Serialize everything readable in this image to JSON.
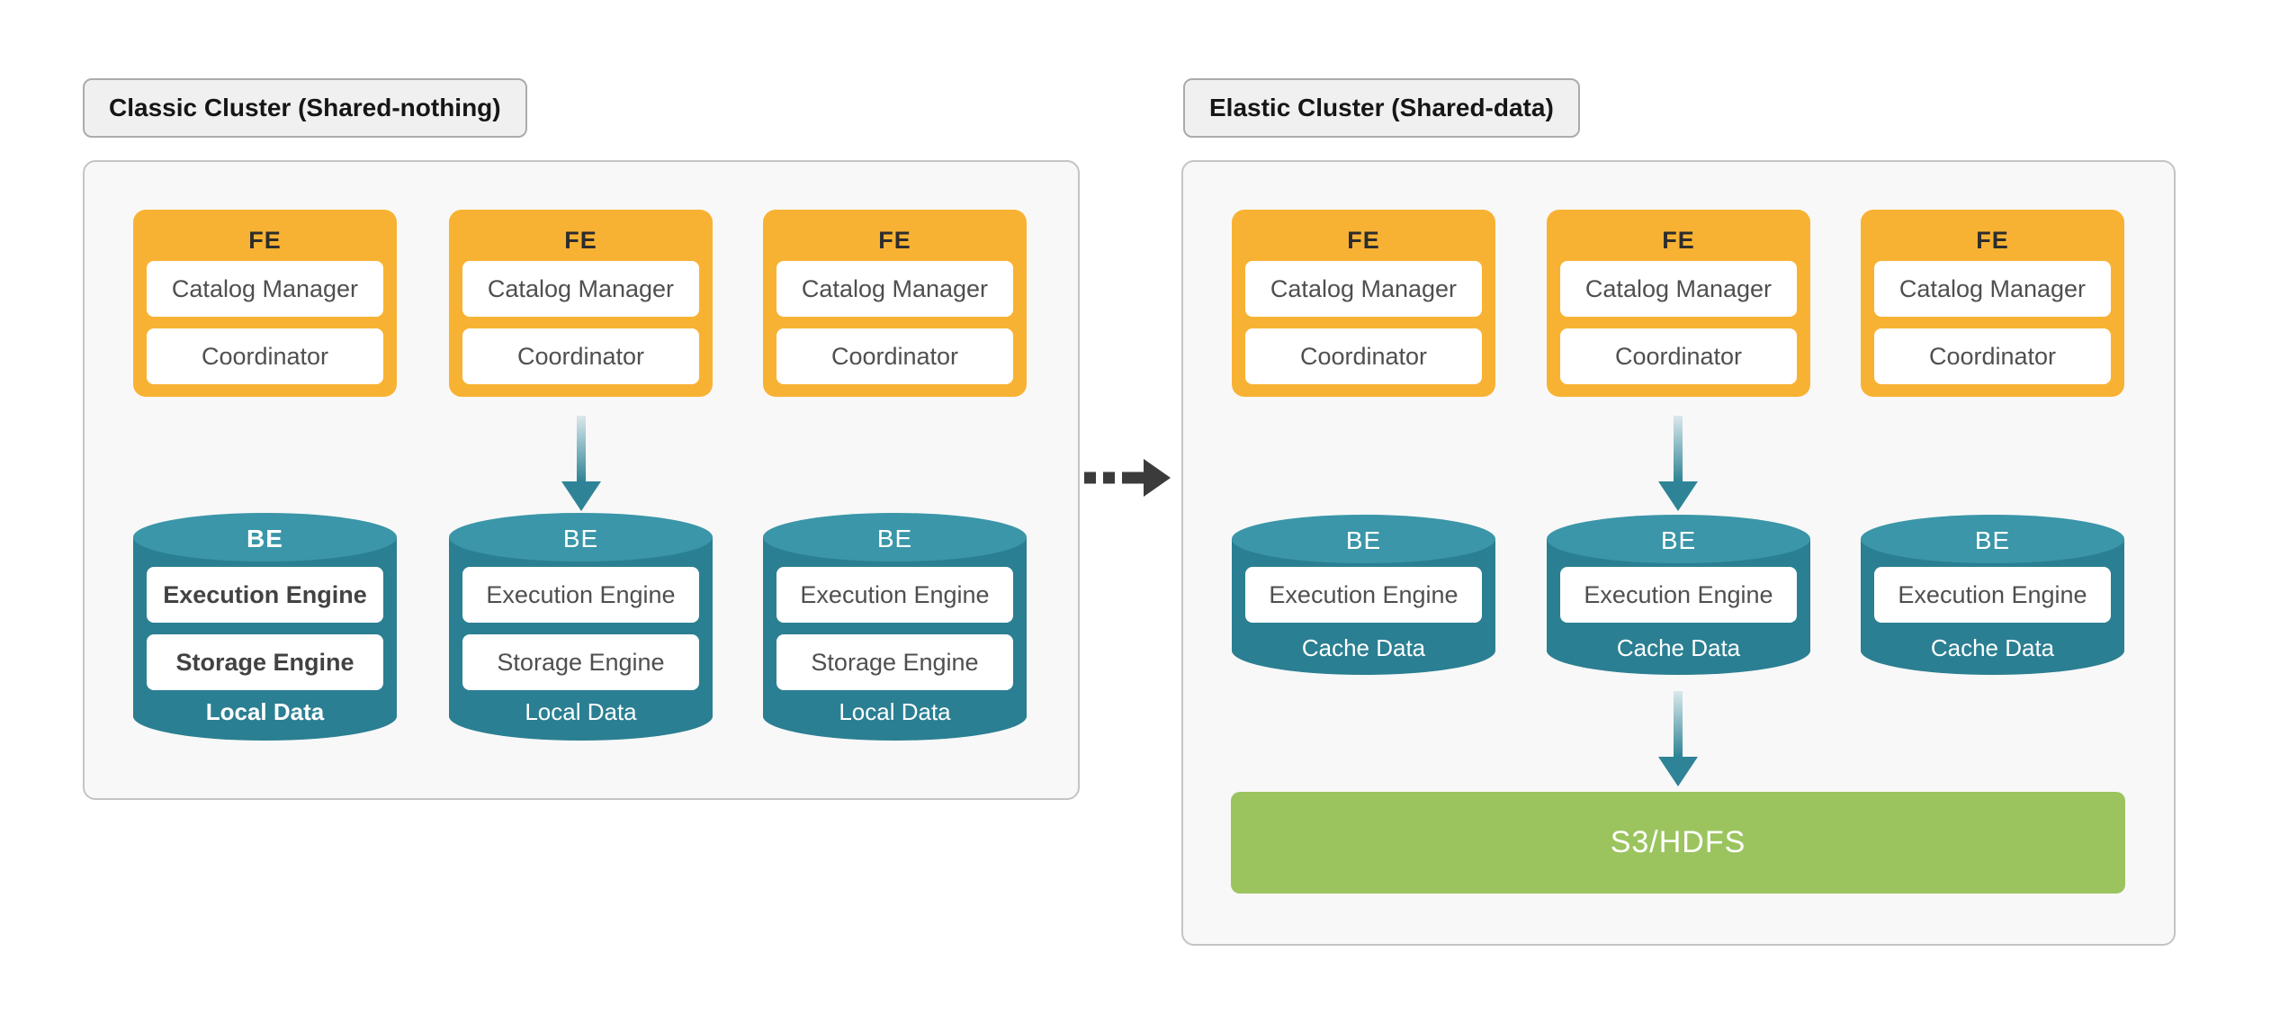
{
  "clusters": {
    "left": {
      "title": "Classic Cluster (Shared-nothing)",
      "fe_nodes": [
        {
          "label": "FE",
          "items": [
            "Catalog Manager",
            "Coordinator"
          ]
        },
        {
          "label": "FE",
          "items": [
            "Catalog Manager",
            "Coordinator"
          ]
        },
        {
          "label": "FE",
          "items": [
            "Catalog Manager",
            "Coordinator"
          ]
        }
      ],
      "be_nodes": [
        {
          "label": "BE",
          "items": [
            "Execution Engine",
            "Storage Engine"
          ],
          "footer": "Local Data"
        },
        {
          "label": "BE",
          "items": [
            "Execution Engine",
            "Storage Engine"
          ],
          "footer": "Local Data"
        },
        {
          "label": "BE",
          "items": [
            "Execution Engine",
            "Storage Engine"
          ],
          "footer": "Local Data"
        }
      ]
    },
    "right": {
      "title": "Elastic Cluster (Shared-data)",
      "fe_nodes": [
        {
          "label": "FE",
          "items": [
            "Catalog Manager",
            "Coordinator"
          ]
        },
        {
          "label": "FE",
          "items": [
            "Catalog Manager",
            "Coordinator"
          ]
        },
        {
          "label": "FE",
          "items": [
            "Catalog Manager",
            "Coordinator"
          ]
        }
      ],
      "be_nodes": [
        {
          "label": "BE",
          "items": [
            "Execution Engine"
          ],
          "footer": "Cache Data"
        },
        {
          "label": "BE",
          "items": [
            "Execution Engine"
          ],
          "footer": "Cache Data"
        },
        {
          "label": "BE",
          "items": [
            "Execution Engine"
          ],
          "footer": "Cache Data"
        }
      ],
      "storage": {
        "label": "S3/HDFS"
      }
    }
  },
  "colors": {
    "yellow": "#f8b233",
    "teal": "#2b7f92",
    "teal-light": "#3a96a8",
    "teal-arrow": "#2e8496",
    "green": "#9bc45f",
    "panel-bg": "#f8f8f8",
    "panel-border": "#c4c4c4",
    "badge-bg": "#f0f0f0",
    "badge-border": "#ababab",
    "dark-arrow": "#3b3b3b"
  }
}
